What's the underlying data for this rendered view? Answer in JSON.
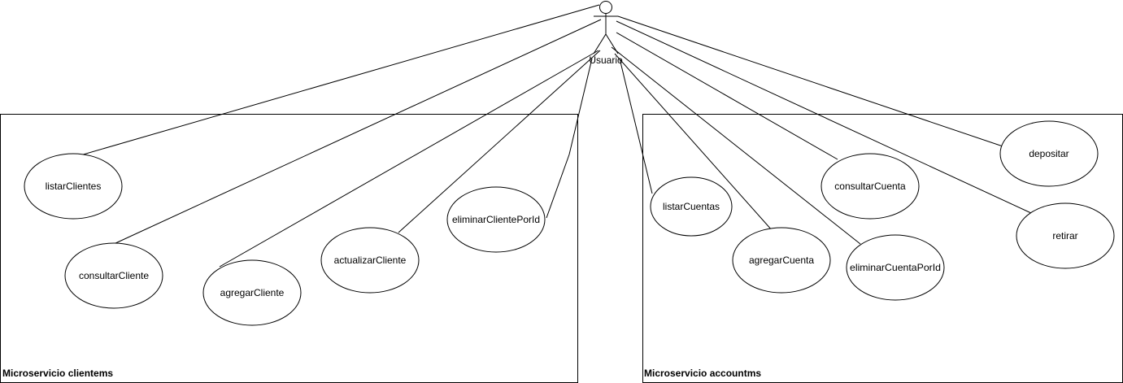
{
  "actor": {
    "label": "Usuario"
  },
  "boundaries": [
    {
      "id": "clientems",
      "label": "Microservicio clientems"
    },
    {
      "id": "accountms",
      "label": "Microservicio accountms"
    }
  ],
  "use_cases": [
    {
      "id": "listarClientes",
      "label": "listarClientes",
      "boundary": "clientems"
    },
    {
      "id": "consultarCliente",
      "label": "consultarCliente",
      "boundary": "clientems"
    },
    {
      "id": "agregarCliente",
      "label": "agregarCliente",
      "boundary": "clientems"
    },
    {
      "id": "actualizarCliente",
      "label": "actualizarCliente",
      "boundary": "clientems"
    },
    {
      "id": "eliminarClientePorId",
      "label": "eliminarClientePorId",
      "boundary": "clientems"
    },
    {
      "id": "listarCuentas",
      "label": "listarCuentas",
      "boundary": "accountms"
    },
    {
      "id": "agregarCuenta",
      "label": "agregarCuenta",
      "boundary": "accountms"
    },
    {
      "id": "consultarCuenta",
      "label": "consultarCuenta",
      "boundary": "accountms"
    },
    {
      "id": "eliminarCuentaPorId",
      "label": "eliminarCuentaPorId",
      "boundary": "accountms"
    },
    {
      "id": "depositar",
      "label": "depositar",
      "boundary": "accountms"
    },
    {
      "id": "retirar",
      "label": "retirar",
      "boundary": "accountms"
    }
  ],
  "colors": {
    "stroke": "#000000",
    "fill": "#ffffff",
    "text": "#000000"
  }
}
